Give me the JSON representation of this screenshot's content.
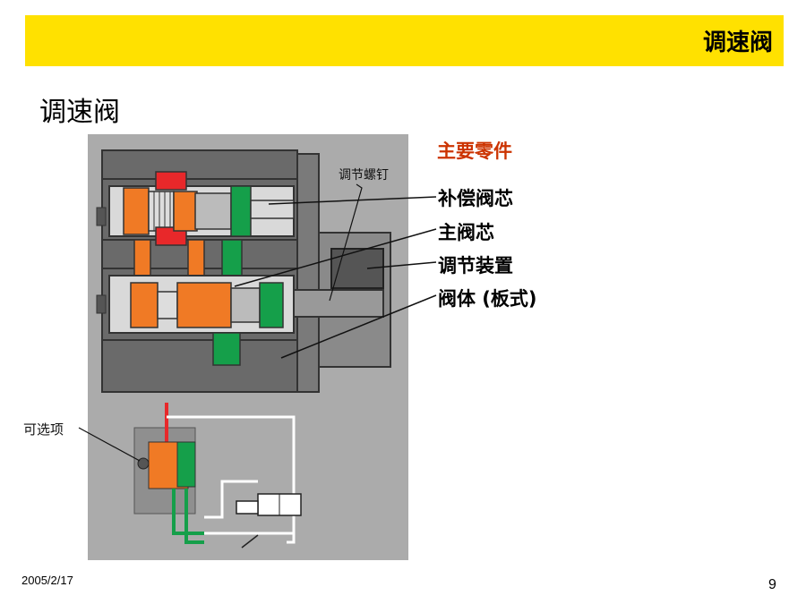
{
  "header": {
    "title": "调速阀",
    "bar_color": "#ffe100"
  },
  "page": {
    "heading": "调速阀",
    "date": "2005/2/17",
    "number": "9"
  },
  "parts": {
    "heading": "主要零件",
    "heading_color": "#cc3300",
    "items": [
      {
        "label": "补偿阀芯"
      },
      {
        "label": "主阀芯"
      },
      {
        "label": "调节装置"
      },
      {
        "label": "阀体 (板式)"
      }
    ]
  },
  "callouts": {
    "adjust_screw": "调节螺钉",
    "optional": "可选项"
  },
  "figure": {
    "colors": {
      "background": "#ababab",
      "body": "#6e6e6e",
      "pressure": "#e8282a",
      "reduced": "#f07a25",
      "return": "#159f4a"
    }
  }
}
